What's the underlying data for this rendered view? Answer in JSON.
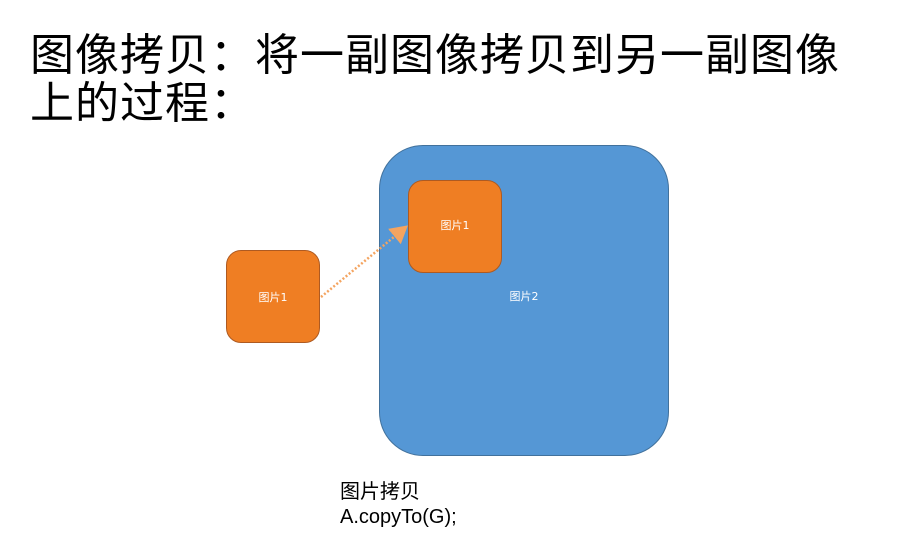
{
  "title": "图像拷贝：将一副图像拷贝到另一副图像上的过程：",
  "diagram": {
    "source_label": "图片1",
    "copied_label": "图片1",
    "target_label": "图片2"
  },
  "caption": {
    "line1": "图片拷贝",
    "line2": "A.copyTo(G);"
  },
  "colors": {
    "orange_fill": "#ef7e23",
    "blue_fill": "#5597d5",
    "arrow": "#f4a460"
  }
}
